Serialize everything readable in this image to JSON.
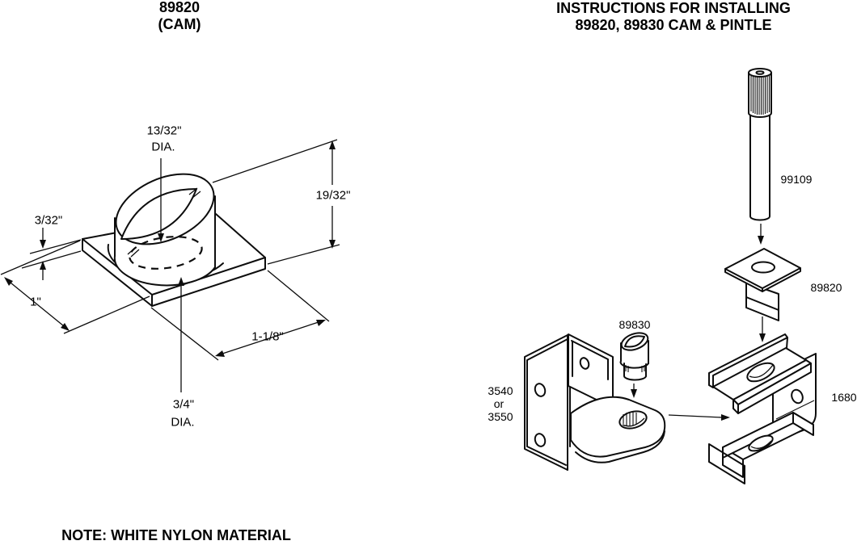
{
  "left_view": {
    "title": [
      "89820",
      "(CAM)"
    ],
    "dimensions": {
      "hole_diameter": [
        "13/32\"",
        "DIA."
      ],
      "height": "19/32\"",
      "base_thickness": "3/32\"",
      "base_width": "1\"",
      "base_length": "1-1/8\"",
      "boss_diameter": [
        "3/4\"",
        "DIA."
      ]
    },
    "note": "NOTE: WHITE NYLON MATERIAL"
  },
  "right_view": {
    "title": [
      "INSTRUCTIONS FOR INSTALLING",
      "89820, 89830 CAM & PINTLE"
    ],
    "part_labels": {
      "pintle_pin": "99109",
      "cam_plate": "89820",
      "cam_insert": "89830",
      "hinge_bracket": [
        "3540",
        "or",
        "3550"
      ],
      "keeper_bracket": "1680"
    }
  },
  "colors": {
    "ink": "#0d0d0d",
    "paper": "#ffffff"
  }
}
